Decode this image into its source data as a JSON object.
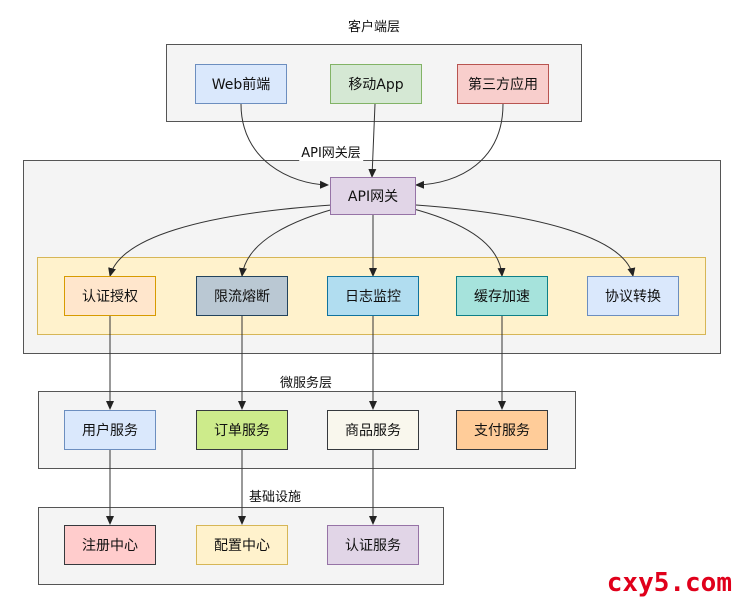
{
  "layers": {
    "client": "客户端层",
    "gateway": "API网关层",
    "microservice": "微服务层",
    "infra": "基础设施"
  },
  "nodes": {
    "web": {
      "label": "Web前端",
      "fill": "#dae8fc",
      "stroke": "#6c8ebf"
    },
    "mobile": {
      "label": "移动App",
      "fill": "#d5e8d4",
      "stroke": "#82b366"
    },
    "third": {
      "label": "第三方应用",
      "fill": "#f8cecc",
      "stroke": "#b85450"
    },
    "gateway": {
      "label": "API网关",
      "fill": "#e1d5e7",
      "stroke": "#9673a6"
    },
    "auth": {
      "label": "认证授权",
      "fill": "#ffe6cc",
      "stroke": "#d79b00"
    },
    "ratelimit": {
      "label": "限流熔断",
      "fill": "#bac8d3",
      "stroke": "#23445d"
    },
    "log": {
      "label": "日志监控",
      "fill": "#b1ddf0",
      "stroke": "#10739e"
    },
    "cache": {
      "label": "缓存加速",
      "fill": "#a6e3dc",
      "stroke": "#0e8088"
    },
    "protocol": {
      "label": "协议转换",
      "fill": "#dae8fc",
      "stroke": "#6c8ebf"
    },
    "user": {
      "label": "用户服务",
      "fill": "#dae8fc",
      "stroke": "#6c8ebf"
    },
    "order": {
      "label": "订单服务",
      "fill": "#cdeb8b",
      "stroke": "#36393d"
    },
    "goods": {
      "label": "商品服务",
      "fill": "#f9f7ed",
      "stroke": "#36393d"
    },
    "pay": {
      "label": "支付服务",
      "fill": "#ffcc99",
      "stroke": "#36393d"
    },
    "registry": {
      "label": "注册中心",
      "fill": "#ffcccc",
      "stroke": "#36393d"
    },
    "config": {
      "label": "配置中心",
      "fill": "#fff2cc",
      "stroke": "#d6b656"
    },
    "authsvc": {
      "label": "认证服务",
      "fill": "#e1d5e7",
      "stroke": "#9673a6"
    }
  },
  "watermark": "cxy5.com"
}
